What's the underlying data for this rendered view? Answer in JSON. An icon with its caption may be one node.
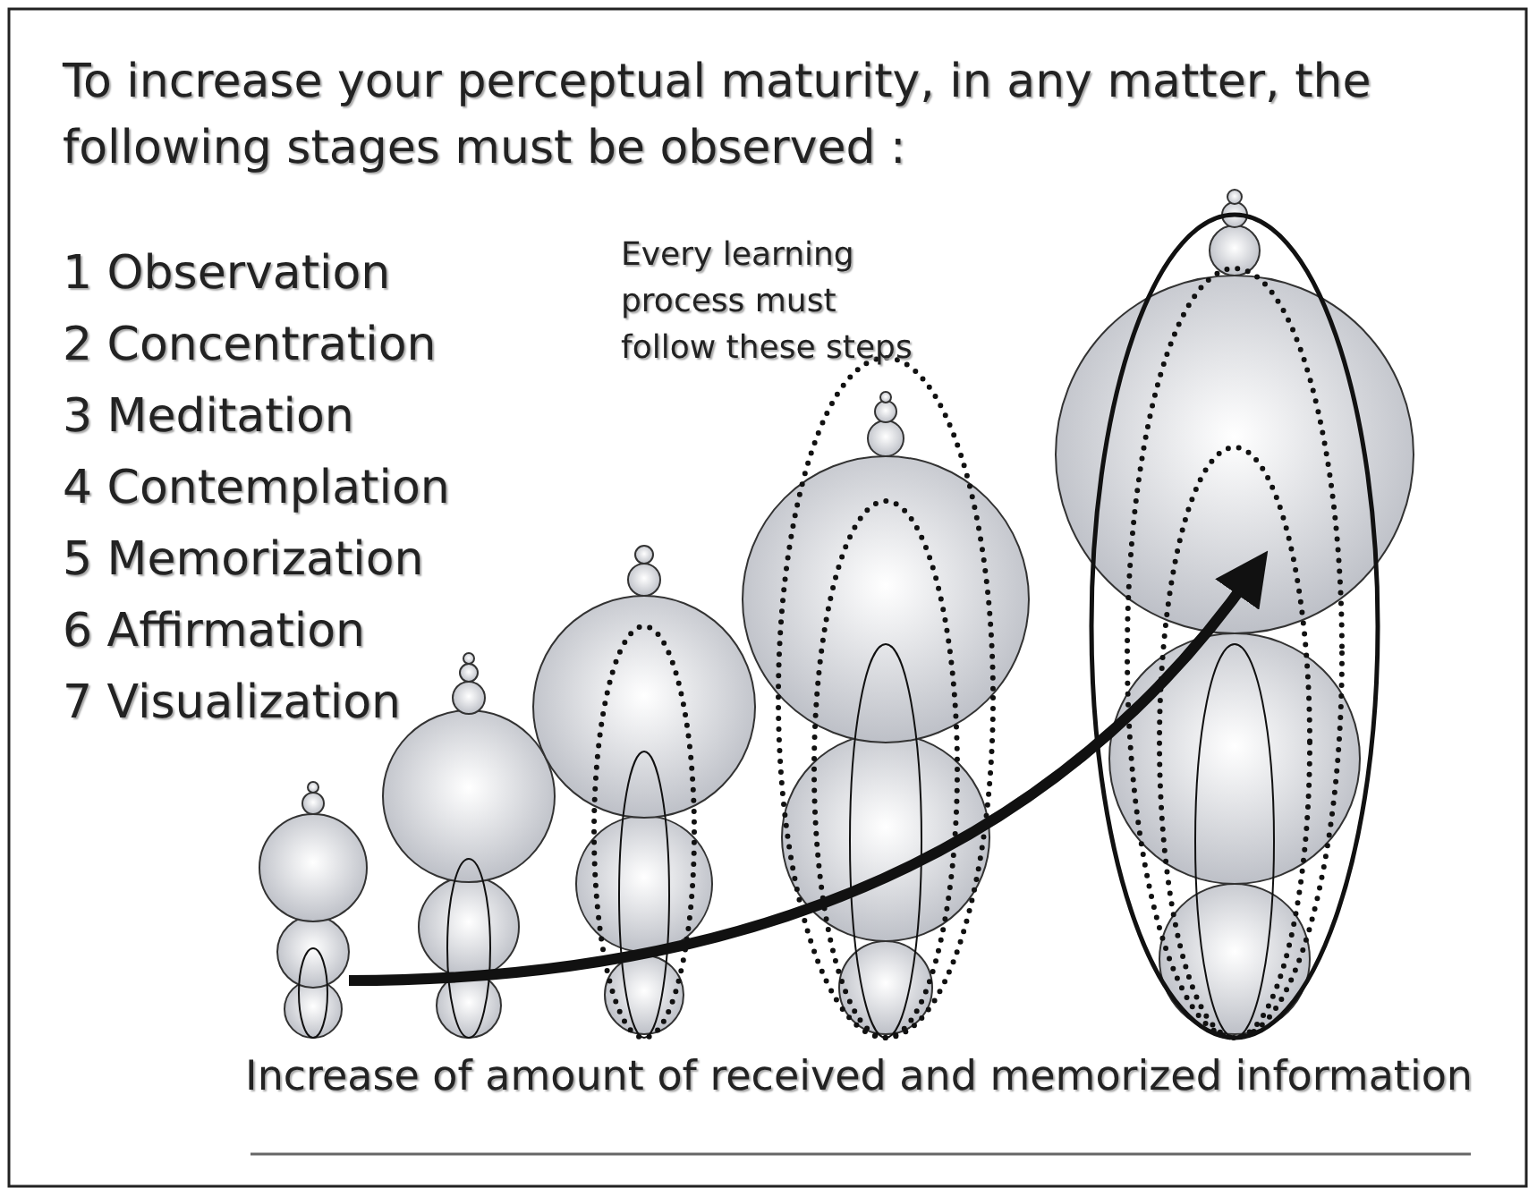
{
  "diagram": {
    "title": "To increase your perceptual maturity, in any matter, the following stages must be observed :",
    "labels": [
      "1 Observation",
      "2 Concentration",
      "3 Meditation",
      "4 Contemplation",
      "5 Memorization",
      "6 Affirmation",
      "7 Visualization",
      "Every learning process must follow these steps",
      "Increase of amount of received and memorized information"
    ]
  }
}
